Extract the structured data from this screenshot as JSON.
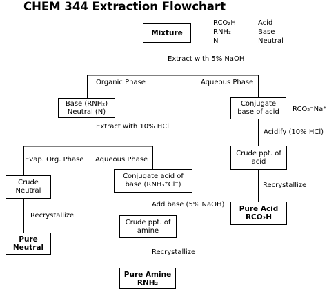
{
  "title": "CHEM 344 Extraction Flowchart",
  "legend": {
    "rows": [
      {
        "formula": "RCO₂H",
        "label": "Acid"
      },
      {
        "formula": "RNH₂",
        "label": "Base"
      },
      {
        "formula": "N",
        "label": "Neutral"
      }
    ]
  },
  "nodes": {
    "mixture": "Mixture",
    "base_neutral": [
      "Base (RNH₂)",
      "Neutral (N)"
    ],
    "conjugate_base": [
      "Conjugate",
      "base of acid"
    ],
    "crude_neutral": [
      "Crude",
      "Neutral"
    ],
    "conjugate_acid": [
      "Conjugate acid of",
      "base (RNH₃⁺Cl⁻)"
    ],
    "crude_acid": [
      "Crude ppt. of",
      "acid"
    ],
    "crude_amine": [
      "Crude ppt. of",
      "amine"
    ],
    "pure_neutral": [
      "Pure",
      "Neutral"
    ],
    "pure_amine": [
      "Pure Amine",
      "RNH₂"
    ],
    "pure_acid": [
      "Pure Acid",
      "RCO₂H"
    ]
  },
  "labels": {
    "extract_naoh": "Extract with 5% NaOH",
    "organic_phase": "Organic Phase",
    "aqueous_phase_1": "Aqueous Phase",
    "extract_hcl": "Extract with 10% HCl",
    "rco2na": "RCO₂⁻Na⁺",
    "acidify": "Acidify (10% HCl)",
    "evap_org_phase": "Evap. Org. Phase",
    "aqueous_phase_2": "Aqueous Phase",
    "add_base": "Add base (5% NaOH)",
    "recrystallize_acid": "Recrystallize",
    "recrystallize_neutral": "Recrystallize",
    "recrystallize_amine": "Recrystallize"
  }
}
